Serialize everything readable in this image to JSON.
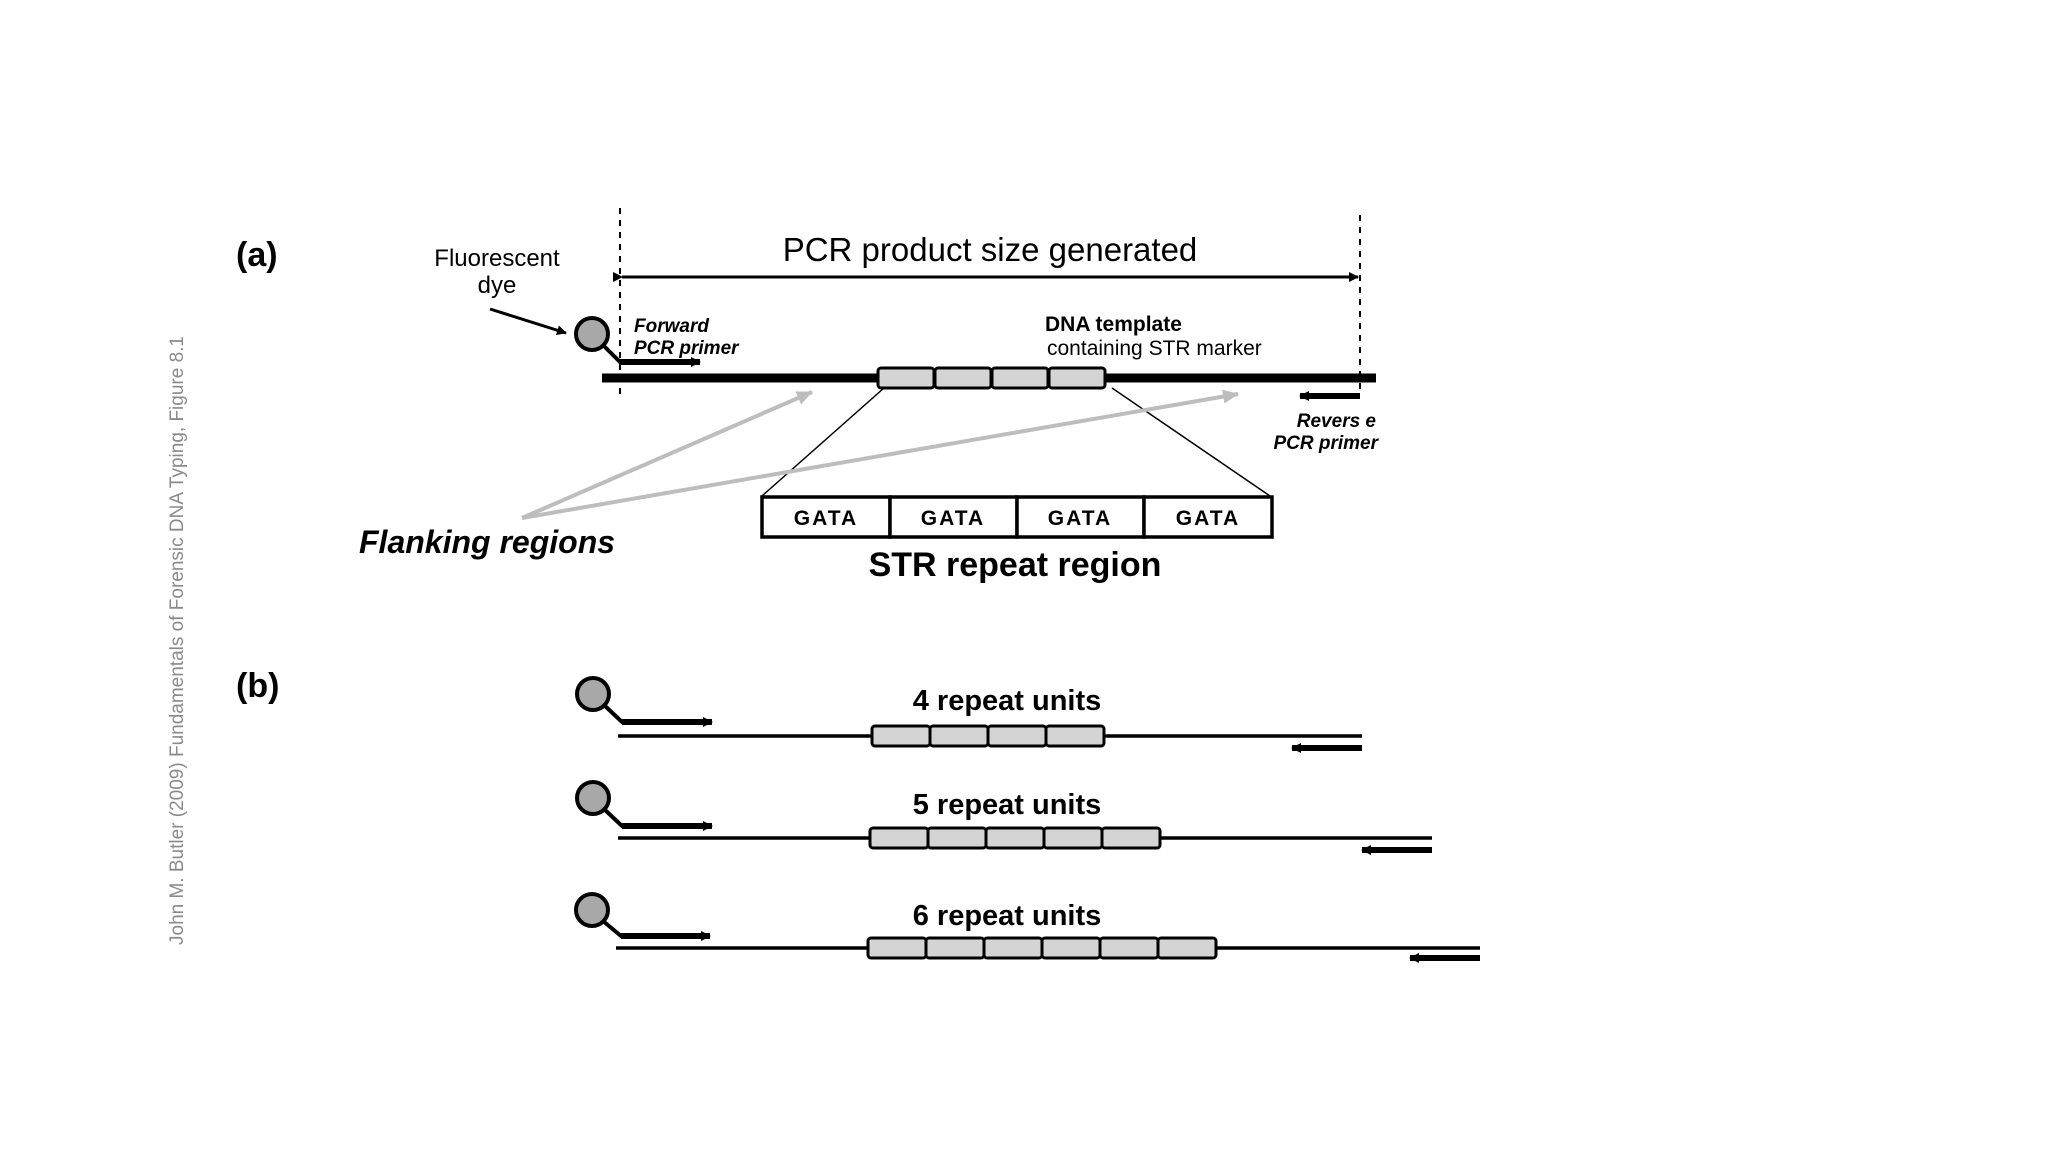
{
  "credit_line": "John M. Butler (2009) Fundamentals of Forensic DNA Typing, Figure 8.1",
  "panel_a": {
    "label": "(a)",
    "pcr_product_label": "PCR product size generated",
    "dye_label_line1": "Fluorescent",
    "dye_label_line2": "dye",
    "forward_primer_line1": "Forward",
    "forward_primer_line2": "PCR primer",
    "template_line1": "DNA template",
    "template_line2": "containing STR marker",
    "reverse_primer_line1": "Revers e",
    "reverse_primer_line2": "PCR primer",
    "flanking_label": "Flanking regions",
    "repeat_units": [
      "GATA",
      "GATA",
      "GATA",
      "GATA"
    ],
    "str_region_label": "STR repeat region"
  },
  "panel_b": {
    "label": "(b)",
    "alleles": [
      {
        "label": "4 repeat units",
        "repeats": 4
      },
      {
        "label": "5 repeat units",
        "repeats": 5
      },
      {
        "label": "6 repeat units",
        "repeats": 6
      }
    ]
  },
  "colors": {
    "line": "#000000",
    "repeat_fill": "#d4d4d4",
    "dye_fill": "#a8a8a8",
    "flank_arrow": "#bdbdbd",
    "credit_text": "#8a8a8a"
  }
}
